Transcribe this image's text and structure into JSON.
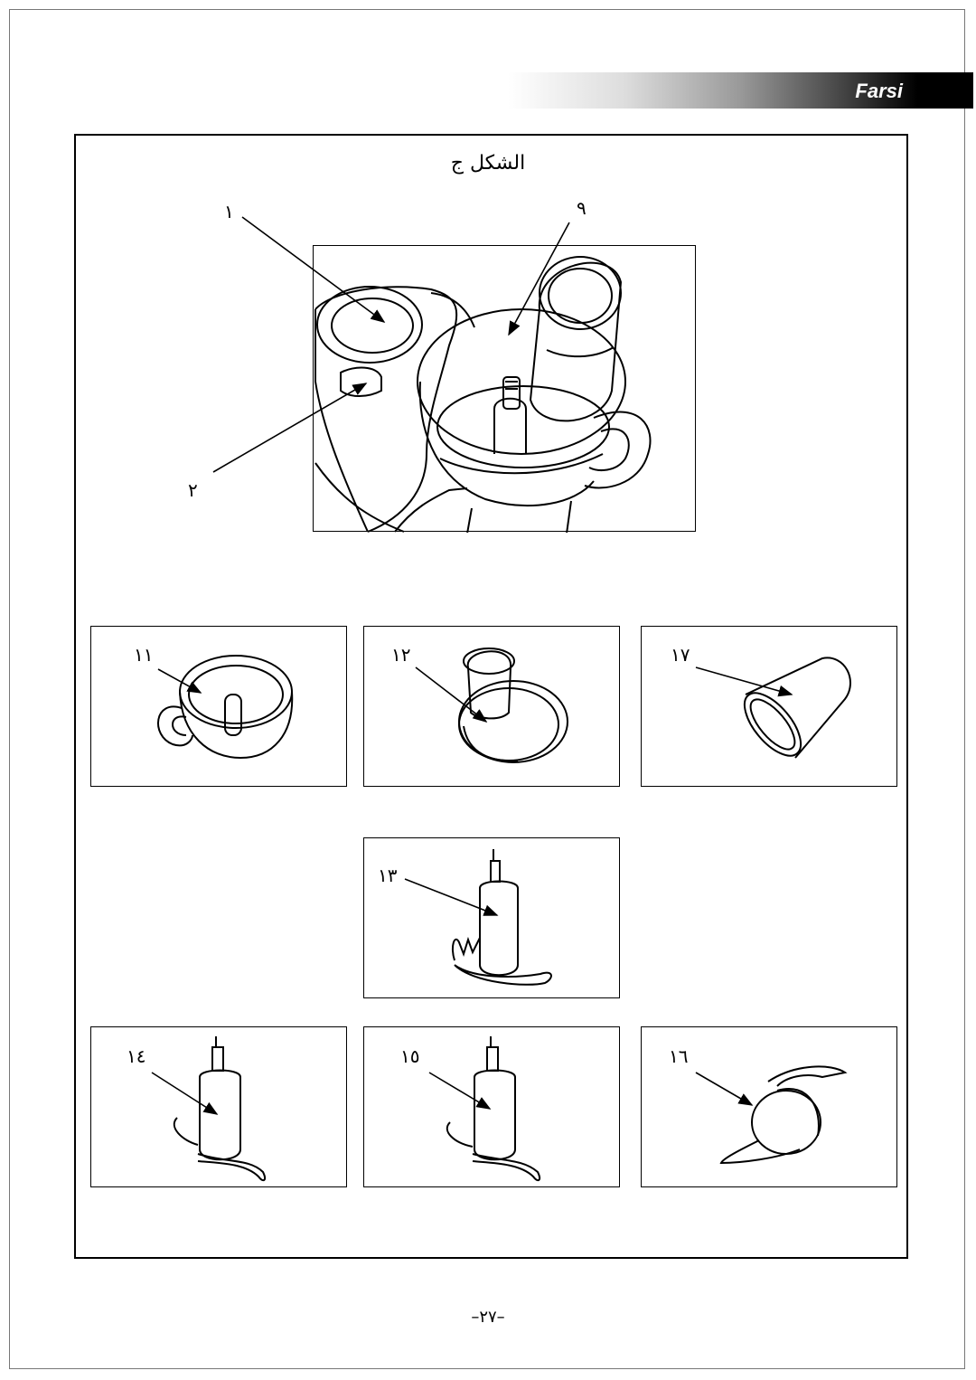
{
  "header": {
    "language_label": "Farsi"
  },
  "figure": {
    "title": "الشكل ج"
  },
  "callouts": {
    "c1": "١",
    "c2": "٢",
    "c9": "٩",
    "c11": "١١",
    "c12": "١٢",
    "c17": "١٧",
    "c13": "١٣",
    "c14": "١٤",
    "c15": "١٥",
    "c16": "١٦"
  },
  "footer": {
    "page_number": "–٢٧–"
  }
}
